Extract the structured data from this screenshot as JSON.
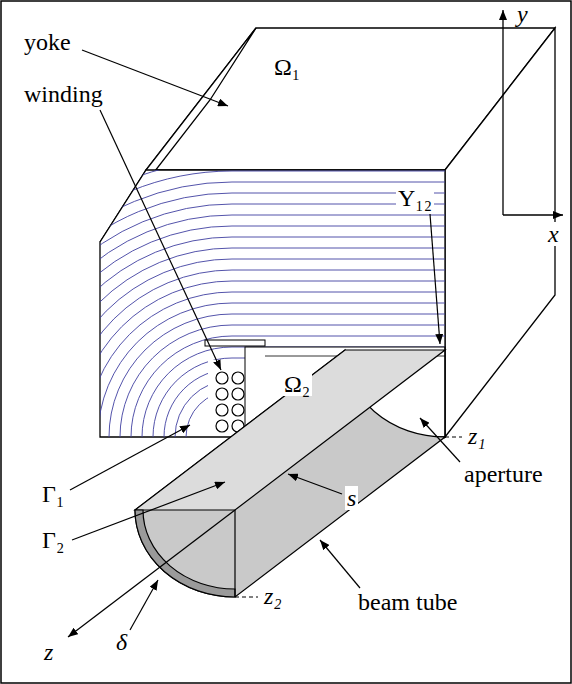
{
  "diagram": {
    "labels": [
      "y",
      "yoke",
      "Ω₁",
      "x",
      "winding",
      "Υ₁₂",
      "Ω₂",
      "z₁",
      "aperture",
      "Γ₁",
      "Γ₂",
      "s",
      "z₂",
      "beam tube",
      "δ",
      "z"
    ]
  }
}
